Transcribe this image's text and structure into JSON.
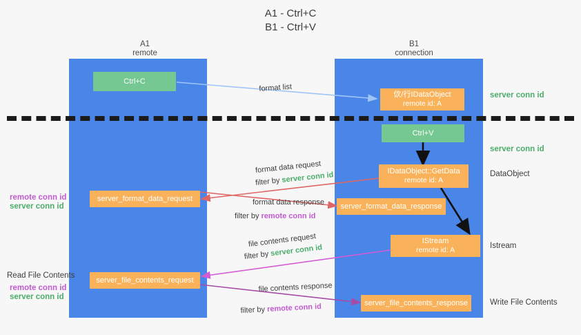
{
  "title": {
    "line1": "A1 - Ctrl+C",
    "line2": "B1 - Ctrl+V"
  },
  "columns": [
    {
      "name": "A1",
      "sub": "remote"
    },
    {
      "name": "B1",
      "sub": "connection"
    }
  ],
  "nodes": {
    "ctrl_c": {
      "label": "Ctrl+C"
    },
    "ctrl_v": {
      "label": "Ctrl+V"
    },
    "idataobject_top": {
      "line1": "佽/行IDataObject",
      "line2": "remote id: A"
    },
    "getdata": {
      "line1": "IDataObject::GetData",
      "line2": "remote id: A"
    },
    "istream": {
      "line1": "IStream",
      "line2": "remote id: A"
    },
    "server_format_data_request": {
      "label": "server_format_data_request"
    },
    "server_format_data_response": {
      "label": "server_format_data_response"
    },
    "server_file_contents_request": {
      "label": "server_file_contents_request"
    },
    "server_file_contents_response": {
      "label": "server_file_contents_response"
    }
  },
  "annotations": {
    "format_list": "format list",
    "format_data_request": "format data request",
    "format_data_response": "format data response",
    "file_contents_request": "file contents request",
    "file_contents_response": "file contents response",
    "filter_by": "filter by",
    "server_conn_id": "server conn id",
    "remote_conn_id": "remote conn id"
  },
  "side_labels": {
    "server_conn_id_top": "server conn id",
    "server_conn_id_mid": "server conn id",
    "data_object": "DataObject",
    "istream": "Istream",
    "write_file_contents": "Write File Contents",
    "read_file_contents": "Read File Contents"
  },
  "legend": {
    "remote_conn_id": "remote conn id",
    "server_conn_id": "server conn id"
  },
  "colors": {
    "lane": "#4a86e8",
    "green_node": "#76c893",
    "orange_node": "#f9b259",
    "green_text": "#4bad6a",
    "purple_text": "#c25ad0",
    "arrow_blue": "#9fc5f8",
    "arrow_red": "#e06666",
    "arrow_magenta": "#d45bd4",
    "arrow_purple": "#a64ca6",
    "arrow_black": "#000000",
    "background": "#f7f7f7"
  }
}
